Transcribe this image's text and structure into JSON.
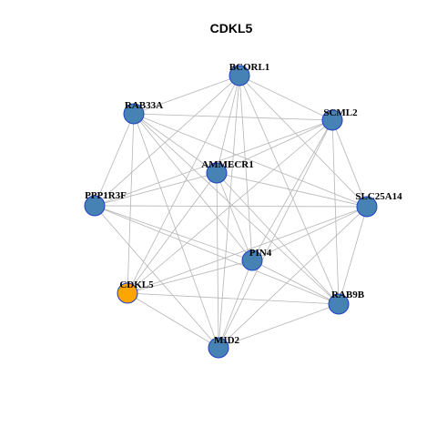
{
  "title": "CDKL5",
  "colors": {
    "node_fill": "#4682B4",
    "node_stroke": "#1F3FC8",
    "highlight_fill": "#FFA500",
    "highlight_stroke": "#1F3FC8",
    "edge": "#B5B5B5"
  },
  "nodes": [
    {
      "id": "BCORL1",
      "label": "BCORL1",
      "highlight": false
    },
    {
      "id": "RAB33A",
      "label": "RAB33A",
      "highlight": false
    },
    {
      "id": "SCML2",
      "label": "SCML2",
      "highlight": false
    },
    {
      "id": "AMMECR1",
      "label": "AMMECR1",
      "highlight": false
    },
    {
      "id": "PPP1R3F",
      "label": "PPP1R3F",
      "highlight": false
    },
    {
      "id": "SLC25A14",
      "label": "SLC25A14",
      "highlight": false
    },
    {
      "id": "PIN4",
      "label": "PIN4",
      "highlight": false
    },
    {
      "id": "CDKL5",
      "label": "CDKL5",
      "highlight": true
    },
    {
      "id": "RAB9B",
      "label": "RAB9B",
      "highlight": false
    },
    {
      "id": "MID2",
      "label": "MID2",
      "highlight": false
    }
  ],
  "edges": [
    [
      "BCORL1",
      "RAB33A"
    ],
    [
      "BCORL1",
      "SCML2"
    ],
    [
      "BCORL1",
      "AMMECR1"
    ],
    [
      "BCORL1",
      "PPP1R3F"
    ],
    [
      "BCORL1",
      "SLC25A14"
    ],
    [
      "BCORL1",
      "PIN4"
    ],
    [
      "BCORL1",
      "CDKL5"
    ],
    [
      "BCORL1",
      "RAB9B"
    ],
    [
      "BCORL1",
      "MID2"
    ],
    [
      "RAB33A",
      "SCML2"
    ],
    [
      "RAB33A",
      "AMMECR1"
    ],
    [
      "RAB33A",
      "PPP1R3F"
    ],
    [
      "RAB33A",
      "SLC25A14"
    ],
    [
      "RAB33A",
      "PIN4"
    ],
    [
      "RAB33A",
      "CDKL5"
    ],
    [
      "RAB33A",
      "RAB9B"
    ],
    [
      "RAB33A",
      "MID2"
    ],
    [
      "SCML2",
      "AMMECR1"
    ],
    [
      "SCML2",
      "PPP1R3F"
    ],
    [
      "SCML2",
      "SLC25A14"
    ],
    [
      "SCML2",
      "PIN4"
    ],
    [
      "SCML2",
      "CDKL5"
    ],
    [
      "SCML2",
      "RAB9B"
    ],
    [
      "SCML2",
      "MID2"
    ],
    [
      "AMMECR1",
      "PPP1R3F"
    ],
    [
      "AMMECR1",
      "SLC25A14"
    ],
    [
      "AMMECR1",
      "PIN4"
    ],
    [
      "AMMECR1",
      "CDKL5"
    ],
    [
      "AMMECR1",
      "RAB9B"
    ],
    [
      "AMMECR1",
      "MID2"
    ],
    [
      "PPP1R3F",
      "SLC25A14"
    ],
    [
      "PPP1R3F",
      "PIN4"
    ],
    [
      "PPP1R3F",
      "RAB9B"
    ],
    [
      "PPP1R3F",
      "MID2"
    ],
    [
      "SLC25A14",
      "PIN4"
    ],
    [
      "SLC25A14",
      "CDKL5"
    ],
    [
      "SLC25A14",
      "RAB9B"
    ],
    [
      "SLC25A14",
      "MID2"
    ],
    [
      "PIN4",
      "CDKL5"
    ],
    [
      "PIN4",
      "RAB9B"
    ],
    [
      "PIN4",
      "MID2"
    ],
    [
      "CDKL5",
      "RAB9B"
    ],
    [
      "CDKL5",
      "MID2"
    ],
    [
      "RAB9B",
      "MID2"
    ]
  ]
}
